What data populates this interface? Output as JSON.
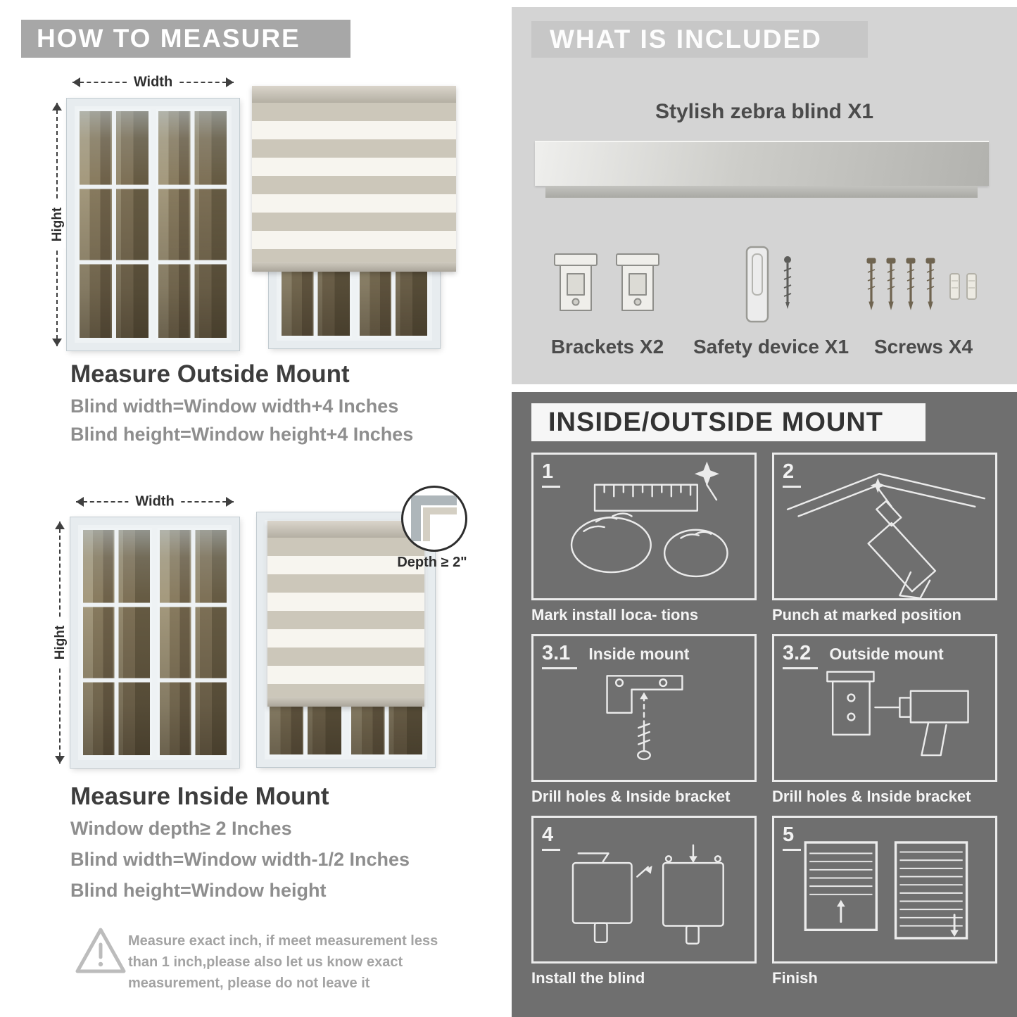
{
  "colors": {
    "banner_gray": "#a7a7a7",
    "panel_light": "#d4d4d4",
    "banner_light": "#c7c7c7",
    "panel_dark": "#6f6f6f"
  },
  "how_to_measure": {
    "header": "HOW TO MEASURE",
    "outside": {
      "width_label": "Width",
      "height_label": "Hight",
      "title": "Measure Outside Mount",
      "lines": [
        "Blind width=Window width+4 Inches",
        "Blind height=Window height+4 Inches"
      ]
    },
    "inside": {
      "width_label": "Width",
      "height_label": "Hight",
      "depth_callout": "Depth ≥ 2\"",
      "title": "Measure Inside Mount",
      "lines": [
        "Window depth≥ 2 Inches",
        "Blind width=Window width-1/2 Inches",
        "Blind height=Window height"
      ]
    },
    "warning": "Measure exact inch, if meet measurement less than 1 inch,please also let us know exact measurement, please do not leave it"
  },
  "included": {
    "header": "WHAT IS INCLUDED",
    "blind_label": "Stylish zebra blind X1",
    "items": [
      {
        "name": "brackets",
        "label": "Brackets X2"
      },
      {
        "name": "safety-device",
        "label": "Safety device X1"
      },
      {
        "name": "screws",
        "label": "Screws X4"
      }
    ]
  },
  "mount_guide": {
    "header": "INSIDE/OUTSIDE MOUNT",
    "steps": [
      {
        "num": "1",
        "title": "",
        "caption": "Mark install loca- tions"
      },
      {
        "num": "2",
        "title": "",
        "caption": "Punch at marked position"
      },
      {
        "num": "3.1",
        "title": "Inside mount",
        "caption": "Drill holes & Inside bracket"
      },
      {
        "num": "3.2",
        "title": "Outside mount",
        "caption": "Drill holes & Inside bracket"
      },
      {
        "num": "4",
        "title": "",
        "caption": "Install the blind"
      },
      {
        "num": "5",
        "title": "",
        "caption": "Finish"
      }
    ]
  }
}
